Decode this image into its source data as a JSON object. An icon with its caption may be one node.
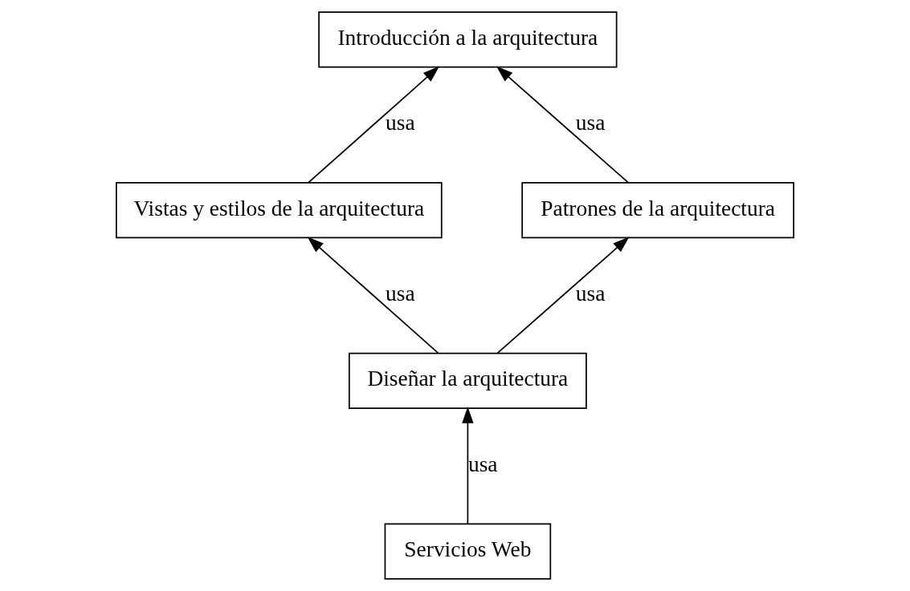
{
  "diagram": {
    "nodes": [
      {
        "text": [
          "Introducción a la arquitectura"
        ]
      },
      {
        "text": [
          "Vistas y estilos de la arquitectura"
        ]
      },
      {
        "text": [
          "Patrones de la arquitectura"
        ]
      },
      {
        "text": [
          "Diseñar la arquitectura"
        ]
      },
      {
        "text": [
          "Servicios Web"
        ]
      }
    ],
    "edges": [
      {
        "from": 1,
        "to": 0,
        "arrow": "to",
        "label": "usa"
      },
      {
        "from": 2,
        "to": 0,
        "arrow": "to",
        "label": "usa"
      },
      {
        "from": 3,
        "to": 1,
        "arrow": "to",
        "label": "usa"
      },
      {
        "from": 3,
        "to": 2,
        "arrow": "to",
        "label": "usa"
      },
      {
        "from": 4,
        "to": 3,
        "arrow": "to",
        "label": "usa"
      }
    ]
  }
}
